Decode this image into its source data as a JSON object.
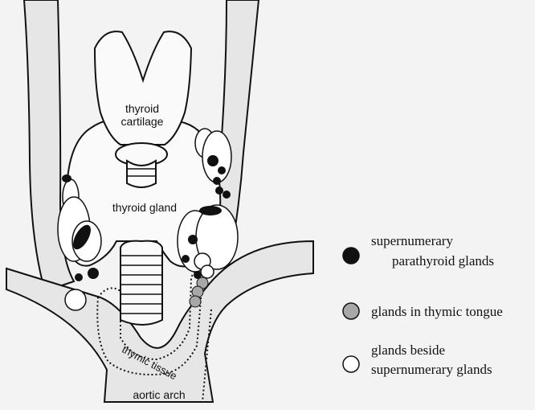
{
  "figure": {
    "labels": {
      "thyroid_cartilage": [
        "thyroid",
        "cartilage"
      ],
      "thyroid_gland": "thyroid gland",
      "thymic_tissue": "thymic tissue",
      "aortic_arch": "aortic arch"
    }
  },
  "legend": {
    "items": [
      {
        "symbol": "filled-black-circle",
        "lines": [
          "supernumerary",
          "parathyroid glands"
        ],
        "color": "#111111"
      },
      {
        "symbol": "gray-circle",
        "lines": [
          "glands in thymic tongue"
        ],
        "color": "#a8a8a8"
      },
      {
        "symbol": "open-white-circle",
        "lines": [
          "glands beside",
          "supernumerary glands"
        ],
        "color": "#ffffff"
      }
    ]
  }
}
